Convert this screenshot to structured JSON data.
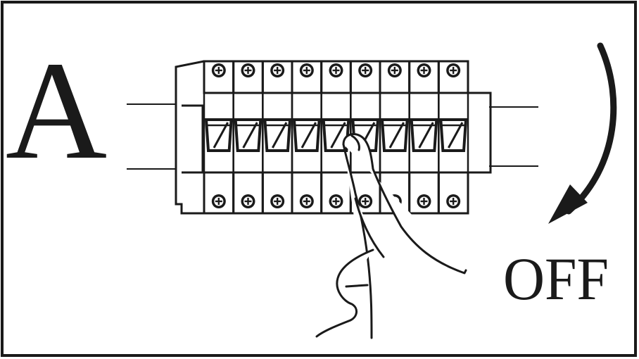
{
  "labels": {
    "panel_letter": "A",
    "state_text": "OFF"
  },
  "breaker": {
    "pole_count": 9,
    "screw_icon": "phillips-screw-icon"
  },
  "colors": {
    "ink": "#1a1a1a",
    "background": "#ffffff"
  }
}
